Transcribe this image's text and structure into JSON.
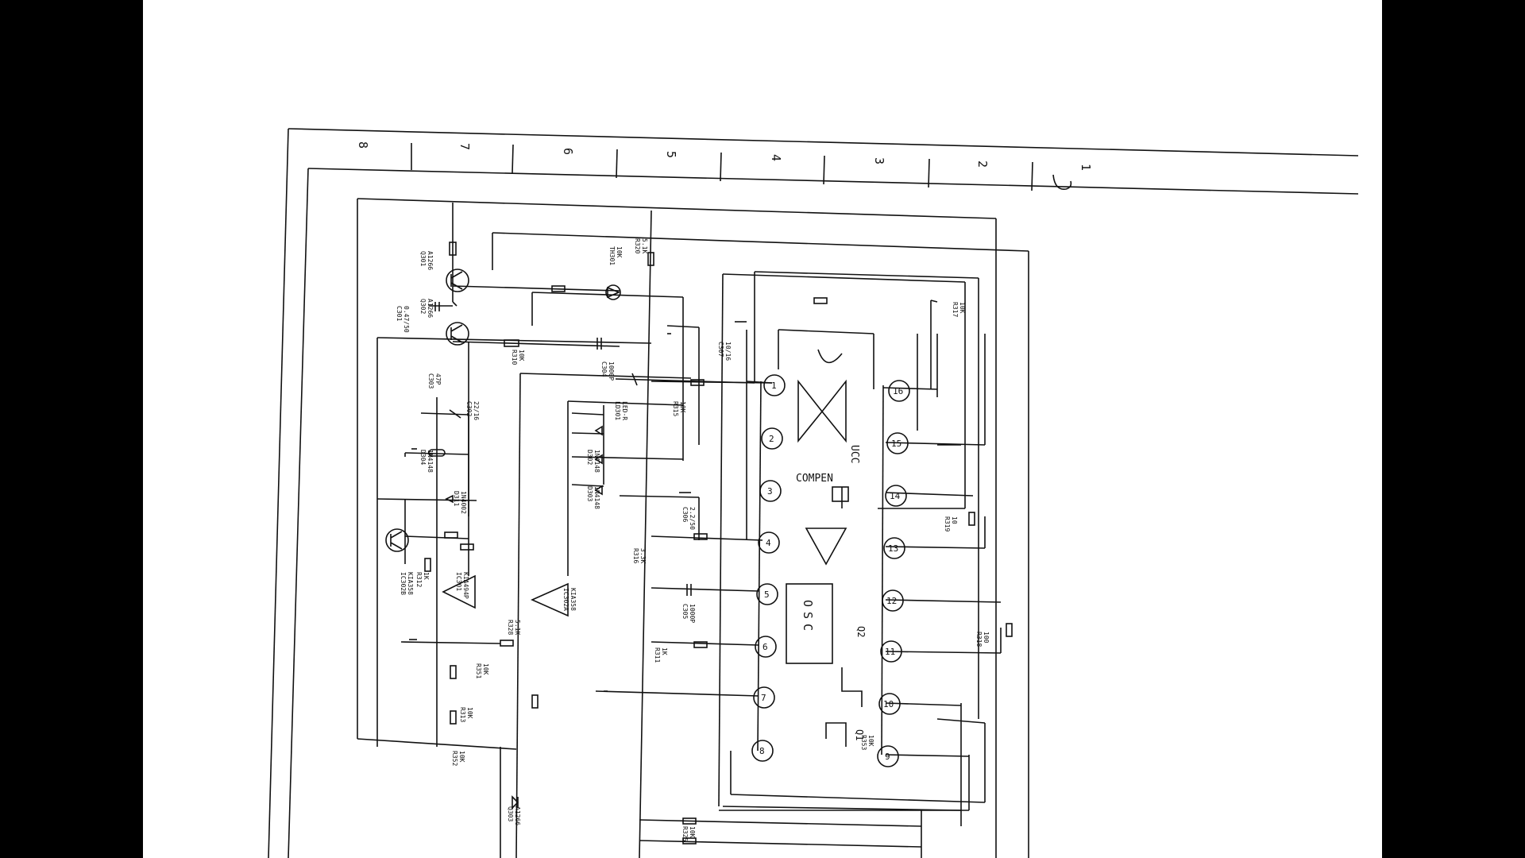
{
  "sheet": {
    "column_markers": [
      "8",
      "7",
      "6",
      "5",
      "4",
      "3",
      "2",
      "1"
    ]
  },
  "ic": {
    "pins": [
      "1",
      "2",
      "3",
      "4",
      "5",
      "6",
      "7",
      "8",
      "9",
      "10",
      "11",
      "12",
      "13",
      "14",
      "15",
      "16"
    ],
    "compen_label": "COMPEN",
    "osc_label": "OSC",
    "vcc_label": "UCC",
    "q1_label": "Q1",
    "q2_label": "Q2"
  },
  "components": [
    {
      "ref": "R315",
      "value": "10K"
    },
    {
      "ref": "C302",
      "value": "22/16"
    },
    {
      "ref": "C304",
      "value": "1000P"
    },
    {
      "ref": "C306",
      "value": "2.2/50"
    },
    {
      "ref": "C305",
      "value": "1000P"
    },
    {
      "ref": "C307",
      "value": "10/16"
    },
    {
      "ref": "R312",
      "value": "1K"
    },
    {
      "ref": "R313",
      "value": "10K"
    },
    {
      "ref": "R310",
      "value": "10K"
    },
    {
      "ref": "R317",
      "value": "10K"
    },
    {
      "ref": "R318",
      "value": "100"
    },
    {
      "ref": "R319",
      "value": "10"
    },
    {
      "ref": "R320",
      "value": "5.1K"
    },
    {
      "ref": "R316",
      "value": "3.3K"
    },
    {
      "ref": "R311",
      "value": "1K"
    },
    {
      "ref": "R325",
      "value": "10K"
    },
    {
      "ref": "R328",
      "value": "5.1K"
    },
    {
      "ref": "R351",
      "value": "10K"
    },
    {
      "ref": "R352",
      "value": "10K"
    },
    {
      "ref": "R353",
      "value": "10K"
    },
    {
      "ref": "IC301",
      "value": "KIA494P"
    },
    {
      "ref": "IC302A",
      "value": "KIA358"
    },
    {
      "ref": "IC302B",
      "value": "KIA358"
    },
    {
      "ref": "Q301",
      "value": "A1266"
    },
    {
      "ref": "Q302",
      "value": "A1266"
    },
    {
      "ref": "Q303",
      "value": "A1266"
    },
    {
      "ref": "D311",
      "value": "1N4002"
    },
    {
      "ref": "D302",
      "value": "1N4148"
    },
    {
      "ref": "D303",
      "value": "1N4148"
    },
    {
      "ref": "D304",
      "value": "1N4148"
    },
    {
      "ref": "TH301",
      "value": "10K"
    },
    {
      "ref": "LD301",
      "value": "LED-R"
    },
    {
      "ref": "C301",
      "value": "0.47/50"
    },
    {
      "ref": "C303",
      "value": "47P"
    }
  ]
}
